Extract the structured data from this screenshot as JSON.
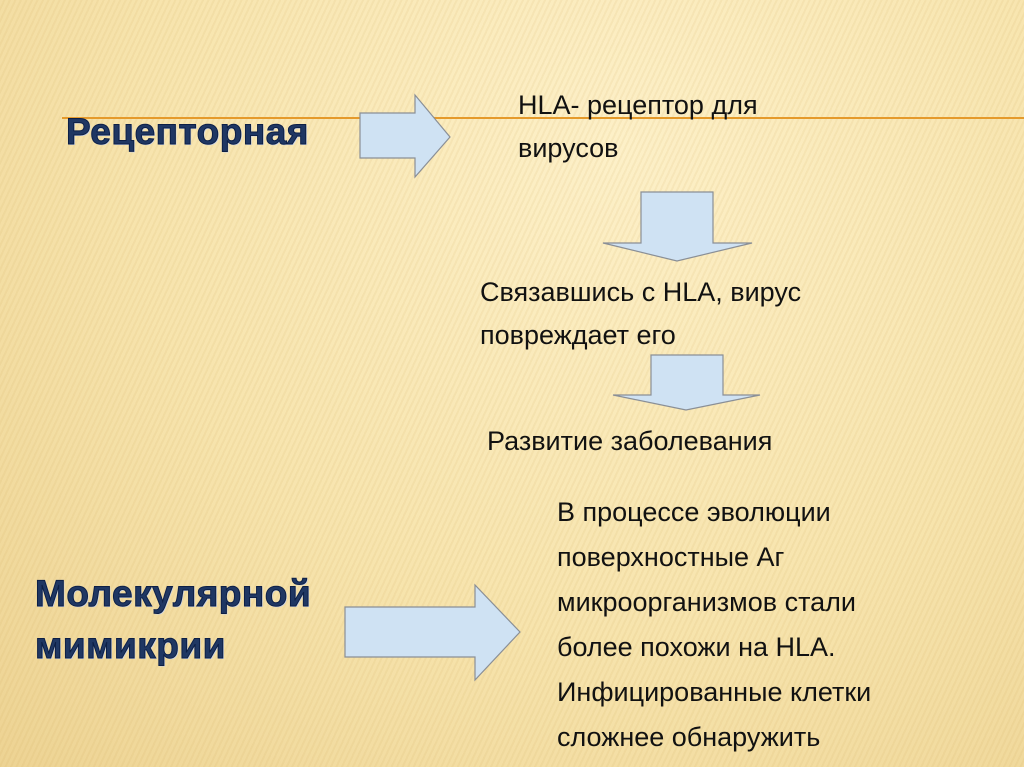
{
  "headings": {
    "receptor": "Рецепторная",
    "mimicry_line1": "Молекулярной",
    "mimicry_line2": "мимикрии"
  },
  "receptor_flow": {
    "step1_line1": "HLA- рецептор для",
    "step1_line2": "вирусов",
    "step2_line1": "Связавшись с HLA, вирус",
    "step2_line2": "повреждает его",
    "step3": "Развитие заболевания"
  },
  "mimicry_text": [
    "В процессе эволюции",
    "поверхностные Аг",
    "микроорганизмов стали",
    "более похожи на HLA.",
    "Инфицированные клетки",
    "сложнее обнаружить"
  ],
  "colors": {
    "arrow_fill": "#cfe2f3",
    "arrow_stroke": "#8a8f96",
    "accent_line": "#e59a2b",
    "heading": "#1f3763"
  }
}
